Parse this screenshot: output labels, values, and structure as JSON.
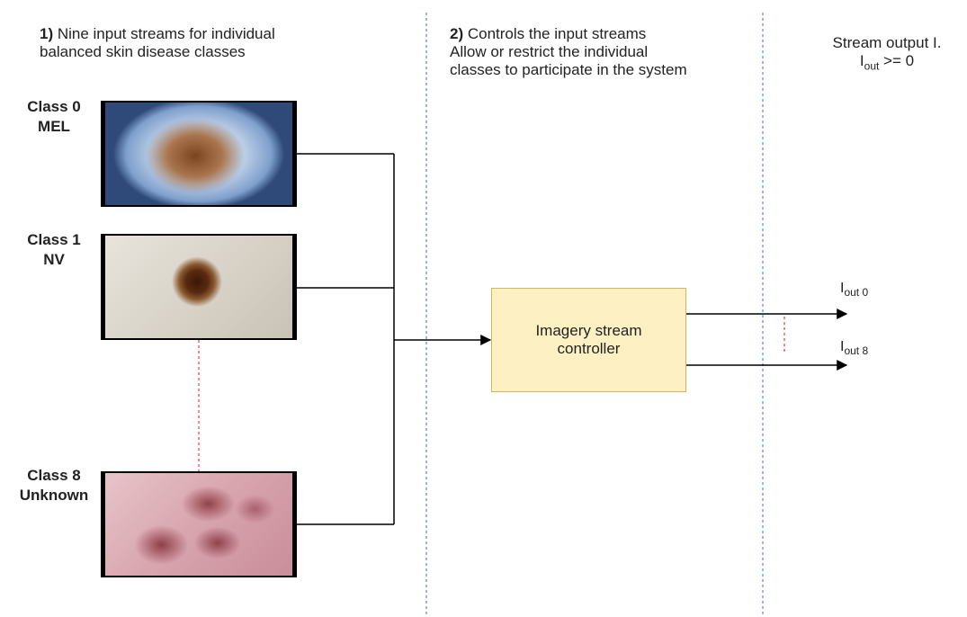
{
  "section1": {
    "num": "1)",
    "line1": " Nine input streams for individual",
    "line2": "balanced skin disease classes"
  },
  "section2": {
    "num": "2)",
    "line1": " Controls the input streams",
    "line2": "Allow or restrict the individual",
    "line3": "classes to participate in the system"
  },
  "output_header": {
    "line1": "Stream output I.",
    "line2_main": "I",
    "line2_sub": "out",
    "line2_rest": " >= 0"
  },
  "classes": [
    {
      "line1": "Class 0",
      "line2": "MEL"
    },
    {
      "line1": "Class 1",
      "line2": "NV"
    },
    {
      "line1": "Class 8",
      "line2": "Unknown"
    }
  ],
  "controller": {
    "label": "Imagery stream controller"
  },
  "outputs": [
    {
      "main": "I",
      "sub": "out 0"
    },
    {
      "main": "I",
      "sub": "out 8"
    }
  ],
  "colors": {
    "controller_fill": "#fdf1c4",
    "controller_border": "#d6b656",
    "separator": "#6c8ebf",
    "ellipsis_dash": "#e05050"
  }
}
